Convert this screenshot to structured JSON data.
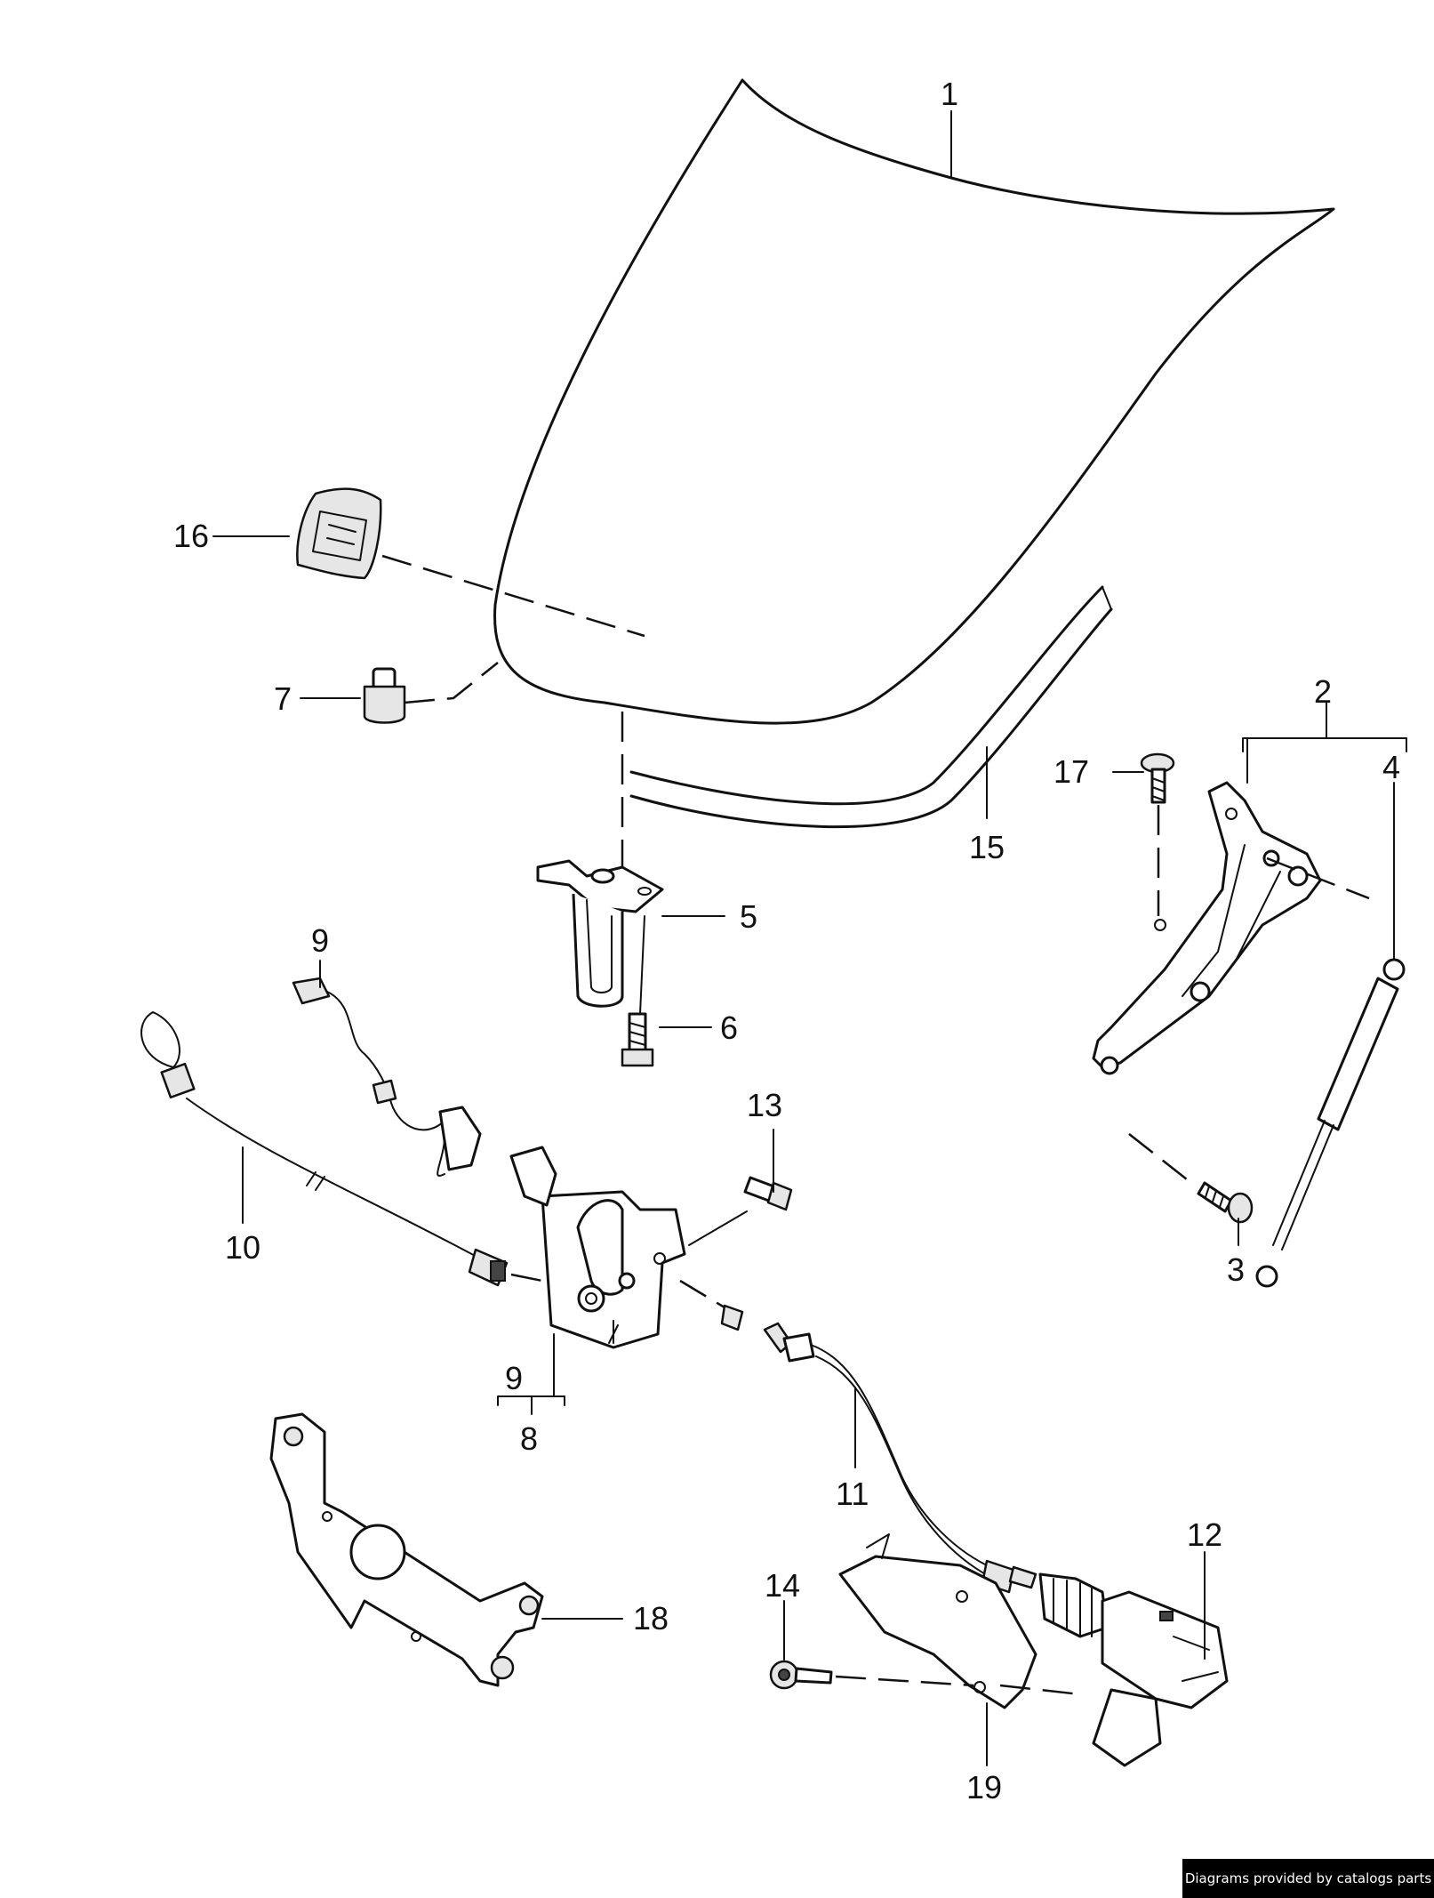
{
  "diagram": {
    "callouts": {
      "c1": "1",
      "c2": "2",
      "c3": "3",
      "c4": "4",
      "c5": "5",
      "c6": "6",
      "c7": "7",
      "c8": "8",
      "c9a": "9",
      "c9b": "9",
      "c10": "10",
      "c11": "11",
      "c12": "12",
      "c13": "13",
      "c14": "14",
      "c15": "15",
      "c16": "16",
      "c17": "17",
      "c18": "18",
      "c19": "19"
    },
    "credit": "Diagrams provided by catalogs parts"
  },
  "colors": {
    "line": "#111111",
    "background": "#ffffff",
    "credit_bg": "#000000",
    "credit_text": "#ffffff"
  }
}
